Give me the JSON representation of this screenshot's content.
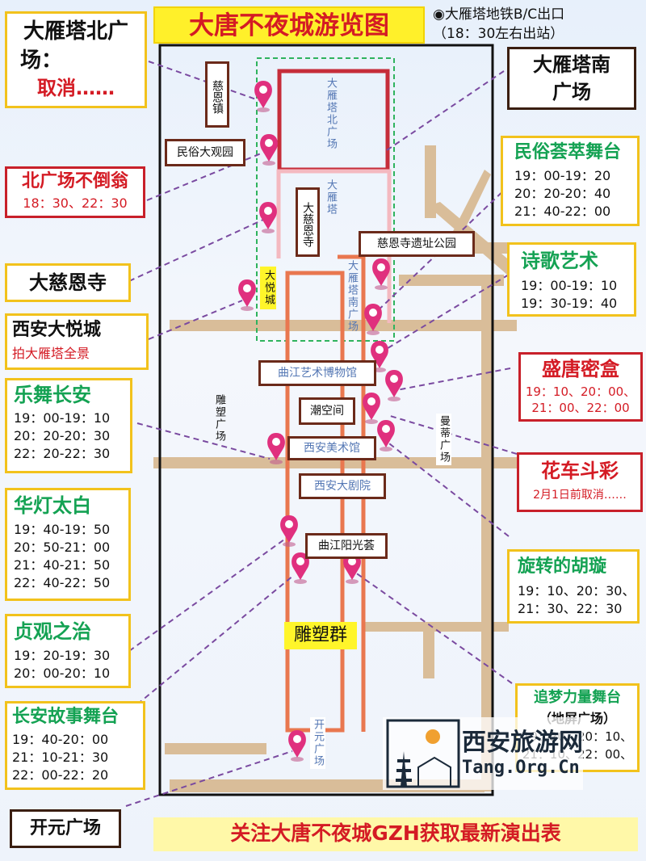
{
  "title": "大唐不夜城游览图",
  "metro": {
    "line1": "◉大雁塔地铁B/C出口",
    "line2": "（18：30左右出站）"
  },
  "footer": "关注大唐不夜城GZH获取最新演出表",
  "watermark": {
    "cn": "西安旅游网",
    "url": "Tang.Org.Cn"
  },
  "left_boxes": {
    "north_square": {
      "title_l1": "大雁塔北广",
      "title_l2": "场：",
      "note": "取消……"
    },
    "tumbler": {
      "title": "北广场不倒翁",
      "times": "18：30、22：30"
    },
    "dacien": {
      "title": "大慈恩寺"
    },
    "joy_city": {
      "title": "西安大悦城",
      "sub": "拍大雁塔全景"
    },
    "yuewu": {
      "title": "乐舞长安",
      "times": [
        "19：00-19：10",
        "20：20-20：30",
        "22：20-22：30"
      ]
    },
    "huadeng": {
      "title": "华灯太白",
      "times": [
        "19：40-19：50",
        "20：50-21：00",
        "21：40-21：50",
        "22：40-22：50"
      ]
    },
    "zhenguan": {
      "title": "贞观之治",
      "times": [
        "19：20-19：30",
        "20：00-20：10"
      ]
    },
    "changan_story": {
      "title": "长安故事舞台",
      "times": [
        "19：40-20：00",
        "21：10-21：30",
        "22：00-22：20"
      ]
    },
    "kaiyuan": {
      "title": "开元广场"
    }
  },
  "right_boxes": {
    "south_square": {
      "title_l1": "大雁塔南",
      "title_l2": "广场"
    },
    "folk_stage": {
      "title": "民俗荟萃舞台",
      "times": [
        "19：00-19：20",
        "20：20-20：40",
        "21：40-22：00"
      ]
    },
    "poetry": {
      "title": "诗歌艺术",
      "times": [
        "19：00-19：10",
        "19：30-19：40"
      ]
    },
    "tang_box": {
      "title": "盛唐密盒",
      "times": [
        "19：10、20：00、",
        "21：00、22：00"
      ]
    },
    "flower_car": {
      "title": "花车斗彩",
      "note": "2月1日前取消……"
    },
    "huxuan": {
      "title": "旋转的胡璇",
      "times": [
        "19：10、20：30、",
        "21：30、22：30"
      ]
    },
    "dream_stage": {
      "title_l1": "追梦力量舞台",
      "title_l2": "（地屏广场）",
      "times": [
        "19：20、20：10、",
        "21：10、22：00、"
      ]
    }
  },
  "map_labels": {
    "cien_town": "慈恩镇",
    "folk_park": "民俗大观园",
    "north_square_v": "大雁塔北广场",
    "pagoda_v": "大雁塔",
    "dacien_v": "大慈恩寺",
    "joy_v": "大悦城",
    "relic_park": "慈恩寺遗址公园",
    "south_square_v": "大雁塔南广场",
    "qujiang_art": "曲江艺术博物馆",
    "chao_space": "潮空间",
    "sculpture_square_v": "雕塑广场",
    "manti_square_v": "曼蒂广场",
    "art_museum": "西安美术馆",
    "grand_theatre": "西安大剧院",
    "sunshine": "曲江阳光荟",
    "sculpture_group": "雕塑群",
    "kaiyuan_v": "开元广场"
  }
}
